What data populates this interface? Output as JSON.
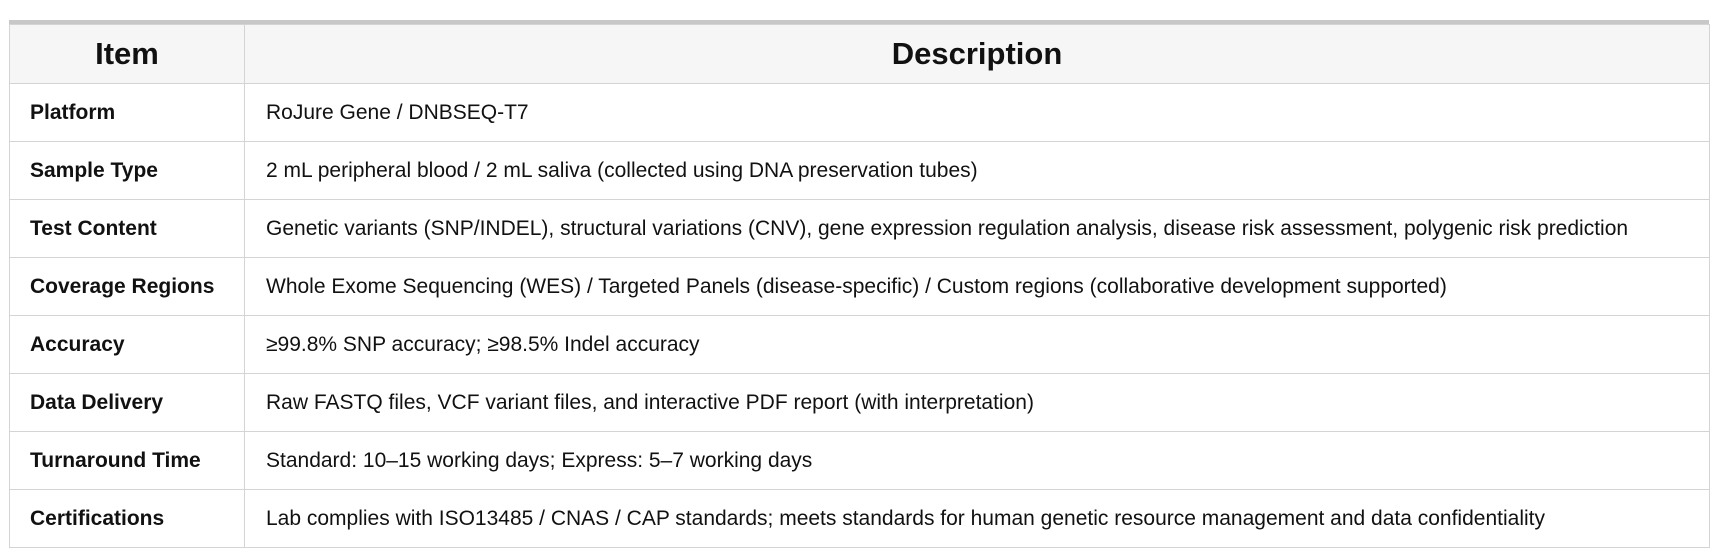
{
  "table": {
    "headers": {
      "item": "Item",
      "description": "Description"
    },
    "rows": [
      {
        "item": "Platform",
        "description": "RoJure Gene / DNBSEQ-T7"
      },
      {
        "item": "Sample Type",
        "description": "2 mL peripheral blood / 2 mL saliva (collected using DNA preservation tubes)"
      },
      {
        "item": "Test Content",
        "description": "Genetic variants (SNP/INDEL), structural variations (CNV), gene expression regulation analysis, disease risk assessment, polygenic risk prediction"
      },
      {
        "item": "Coverage Regions",
        "description": "Whole Exome Sequencing (WES) / Targeted Panels (disease-specific) / Custom regions (collaborative development supported)"
      },
      {
        "item": "Accuracy",
        "description": "≥99.8% SNP accuracy; ≥98.5% Indel accuracy"
      },
      {
        "item": "Data Delivery",
        "description": "Raw FASTQ files, VCF variant files, and interactive PDF report (with interpretation)"
      },
      {
        "item": "Turnaround Time",
        "description": "Standard: 10–15 working days; Express: 5–7 working days"
      },
      {
        "item": "Certifications",
        "description": "Lab complies with ISO13485 / CNAS / CAP standards; meets standards for human genetic resource management and data confidentiality"
      }
    ]
  }
}
